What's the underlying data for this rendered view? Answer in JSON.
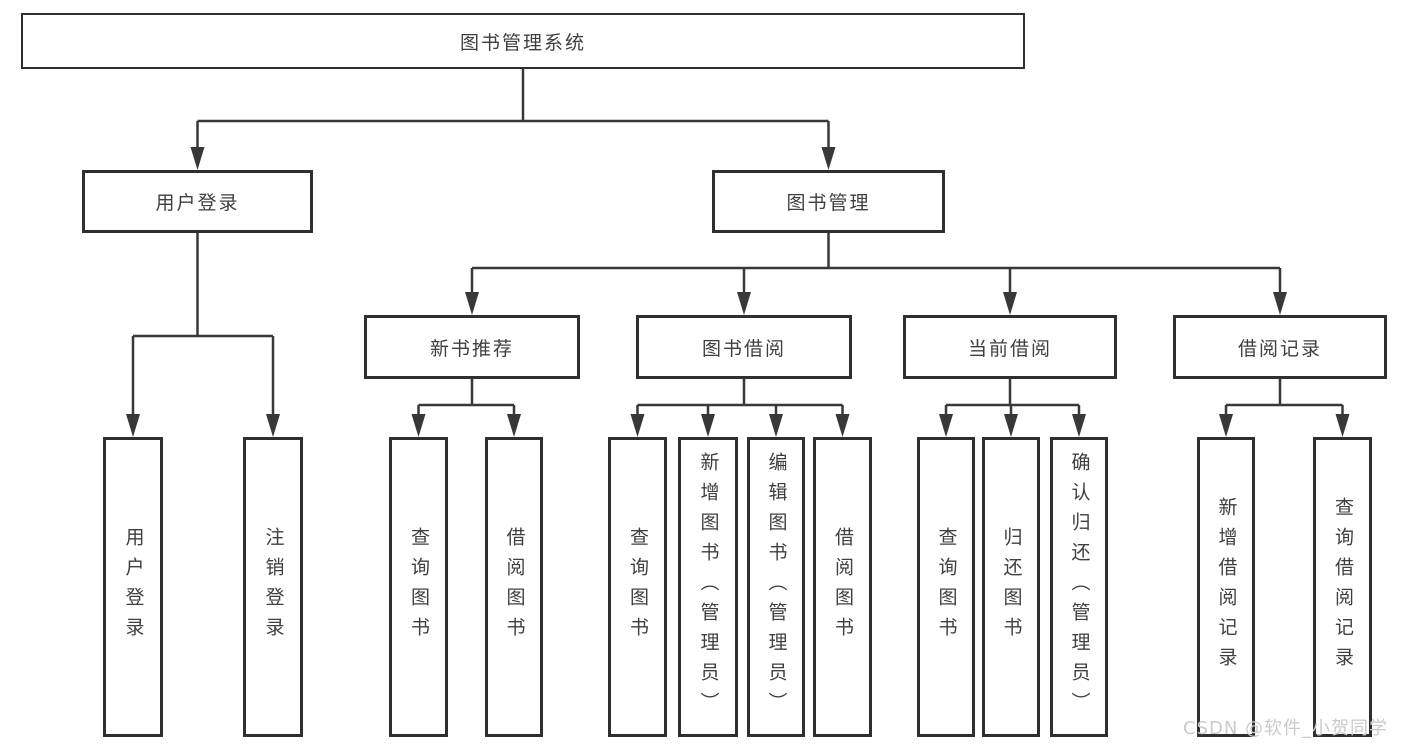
{
  "diagram": {
    "root": {
      "label": "图书管理系统",
      "children": [
        {
          "label": "用户登录",
          "children": [
            {
              "label": "用户登录"
            },
            {
              "label": "注销登录"
            }
          ]
        },
        {
          "label": "图书管理",
          "children": [
            {
              "label": "新书推荐",
              "children": [
                {
                  "label": "查询图书"
                },
                {
                  "label": "借阅图书"
                }
              ]
            },
            {
              "label": "图书借阅",
              "children": [
                {
                  "label": "查询图书"
                },
                {
                  "label": "新增图书（管理员）"
                },
                {
                  "label": "编辑图书（管理员）"
                },
                {
                  "label": "借阅图书"
                }
              ]
            },
            {
              "label": "当前借阅",
              "children": [
                {
                  "label": "查询图书"
                },
                {
                  "label": "归还图书"
                },
                {
                  "label": "确认归还（管理员）"
                }
              ]
            },
            {
              "label": "借阅记录",
              "children": [
                {
                  "label": "新增借阅记录"
                },
                {
                  "label": "查询借阅记录"
                }
              ]
            }
          ]
        }
      ]
    }
  },
  "watermark": {
    "text": "CSDN @软件_小贺同学",
    "color": "#cbcbcb"
  },
  "colors": {
    "line": "#383838",
    "box_border": "#2f2f2f",
    "text": "#3f3f3f",
    "background": "#ffffff"
  }
}
